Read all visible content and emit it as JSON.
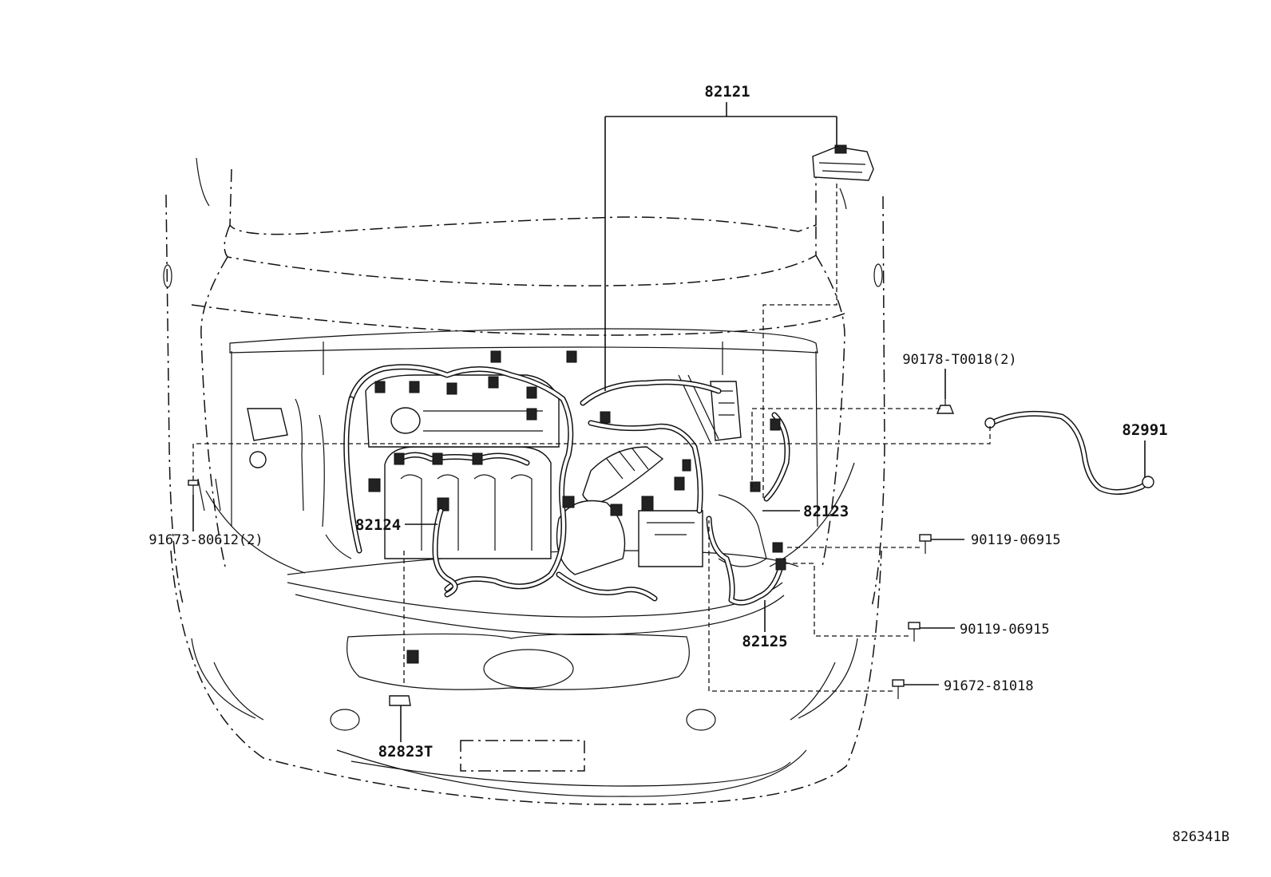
{
  "callouts": {
    "p82121": "82121",
    "p82123": "82123",
    "p82124": "82124",
    "p82125": "82125",
    "p82991": "82991",
    "p82823T": "82823T",
    "p90178": "90178-T0018(2)",
    "p91673": "91673-80612(2)",
    "p90119a": "90119-06915",
    "p90119b": "90119-06915",
    "p91672": "91672-81018"
  },
  "diagram_id": "826341B"
}
